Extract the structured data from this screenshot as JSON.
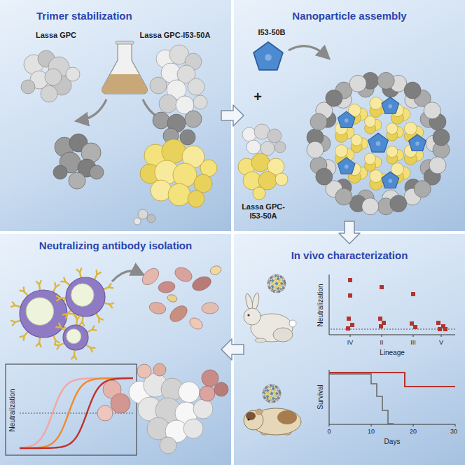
{
  "diagram": {
    "nodes": [
      {
        "text": [
          "Trimer stabilization"
        ]
      },
      {
        "text": [
          "Nanoparticle assembly"
        ]
      },
      {
        "text": [
          "Neutralizing antibody isolation"
        ]
      },
      {
        "text": [
          "In vivo characterization"
        ]
      }
    ],
    "edges": [
      {
        "from": 0,
        "to": 1,
        "arrow": "to"
      },
      {
        "from": 1,
        "to": 3,
        "arrow": "to"
      },
      {
        "from": 3,
        "to": 2,
        "arrow": "to"
      }
    ],
    "labels": [
      "Lassa GPC",
      "Lassa GPC-I53-50A",
      "I53-50B",
      "+",
      "Lassa GPC-I53-50A",
      "Neutralization",
      "Neutralization",
      "IV",
      "II",
      "III",
      "V",
      "Lineage",
      "Survival",
      "0",
      "10",
      "20",
      "30",
      "Days"
    ]
  }
}
